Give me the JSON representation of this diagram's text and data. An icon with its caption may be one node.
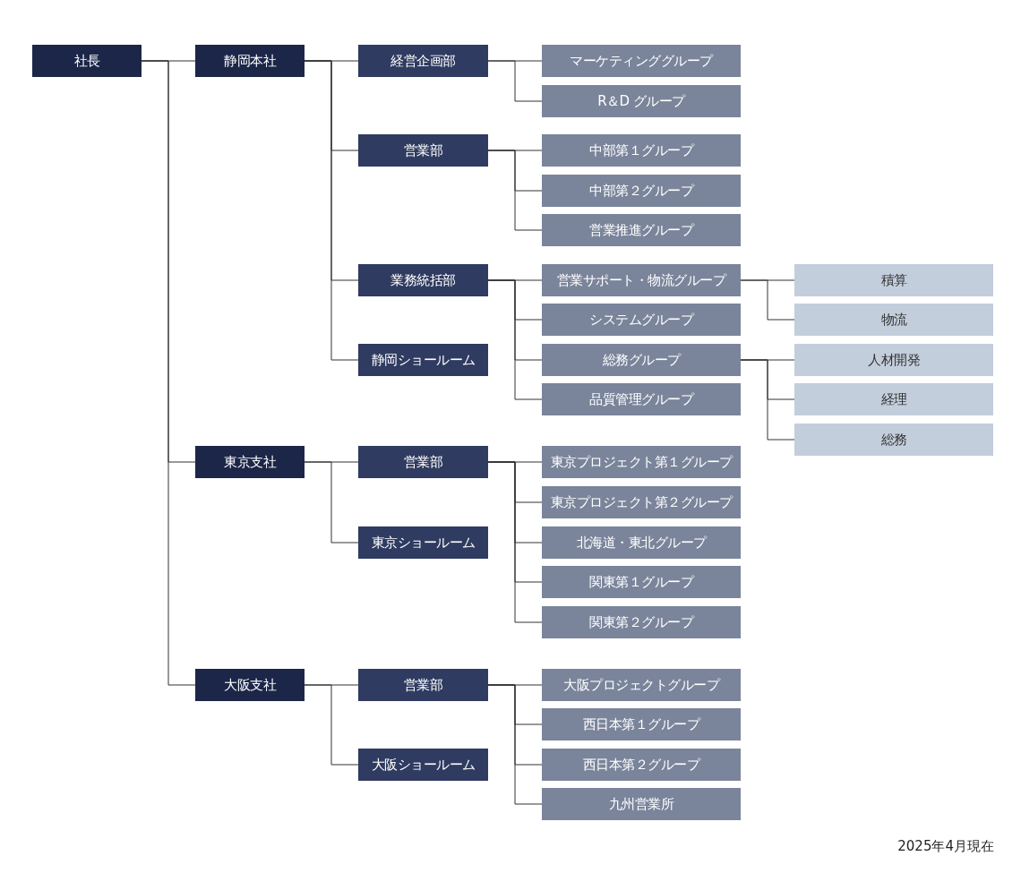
{
  "diagram": {
    "nodes": [
      {
        "text": [
          "社長"
        ]
      },
      {
        "text": [
          "静岡本社"
        ]
      },
      {
        "text": [
          "経営企画部"
        ]
      },
      {
        "text": [
          "マーケティンググループ"
        ]
      },
      {
        "text": [
          "R＆D グループ"
        ]
      },
      {
        "text": [
          "営業部"
        ]
      },
      {
        "text": [
          "中部第１グループ"
        ]
      },
      {
        "text": [
          "中部第２グループ"
        ]
      },
      {
        "text": [
          "営業推進グループ"
        ]
      },
      {
        "text": [
          "業務統括部"
        ]
      },
      {
        "text": [
          "営業サポート・物流グループ"
        ]
      },
      {
        "text": [
          "積算"
        ]
      },
      {
        "text": [
          "物流"
        ]
      },
      {
        "text": [
          "システムグループ"
        ]
      },
      {
        "text": [
          "静岡ショールーム"
        ]
      },
      {
        "text": [
          "総務グループ"
        ]
      },
      {
        "text": [
          "人材開発"
        ]
      },
      {
        "text": [
          "経理"
        ]
      },
      {
        "text": [
          "総務"
        ]
      },
      {
        "text": [
          "品質管理グループ"
        ]
      },
      {
        "text": [
          "東京支社"
        ]
      },
      {
        "text": [
          "営業部"
        ]
      },
      {
        "text": [
          "東京プロジェクト第１グループ"
        ]
      },
      {
        "text": [
          "東京ショールーム"
        ]
      },
      {
        "text": [
          "東京プロジェクト第２グループ"
        ]
      },
      {
        "text": [
          "北海道・東北グループ"
        ]
      },
      {
        "text": [
          "関東第１グループ"
        ]
      },
      {
        "text": [
          "関東第２グループ"
        ]
      },
      {
        "text": [
          "大阪支社"
        ]
      },
      {
        "text": [
          "営業部"
        ]
      },
      {
        "text": [
          "大阪プロジェクトグループ"
        ]
      },
      {
        "text": [
          "西日本第１グループ"
        ]
      },
      {
        "text": [
          "大阪ショールーム"
        ]
      },
      {
        "text": [
          "西日本第２グループ"
        ]
      },
      {
        "text": [
          "九州営業所"
        ]
      }
    ],
    "edges": [
      {
        "from": 0,
        "to": 1,
        "arrow": "none"
      },
      {
        "from": 0,
        "to": 20,
        "arrow": "none"
      },
      {
        "from": 0,
        "to": 28,
        "arrow": "none"
      },
      {
        "from": 1,
        "to": 2,
        "arrow": "none"
      },
      {
        "from": 1,
        "to": 5,
        "arrow": "none"
      },
      {
        "from": 1,
        "to": 9,
        "arrow": "none"
      },
      {
        "from": 1,
        "to": 14,
        "arrow": "none"
      },
      {
        "from": 2,
        "to": 3,
        "arrow": "none"
      },
      {
        "from": 2,
        "to": 4,
        "arrow": "none"
      },
      {
        "from": 5,
        "to": 6,
        "arrow": "none"
      },
      {
        "from": 5,
        "to": 7,
        "arrow": "none"
      },
      {
        "from": 5,
        "to": 8,
        "arrow": "none"
      },
      {
        "from": 9,
        "to": 10,
        "arrow": "none"
      },
      {
        "from": 9,
        "to": 13,
        "arrow": "none"
      },
      {
        "from": 9,
        "to": 15,
        "arrow": "none"
      },
      {
        "from": 9,
        "to": 19,
        "arrow": "none"
      },
      {
        "from": 10,
        "to": 11,
        "arrow": "none"
      },
      {
        "from": 10,
        "to": 12,
        "arrow": "none"
      },
      {
        "from": 15,
        "to": 16,
        "arrow": "none"
      },
      {
        "from": 15,
        "to": 17,
        "arrow": "none"
      },
      {
        "from": 15,
        "to": 18,
        "arrow": "none"
      },
      {
        "from": 20,
        "to": 21,
        "arrow": "none"
      },
      {
        "from": 20,
        "to": 23,
        "arrow": "none"
      },
      {
        "from": 21,
        "to": 22,
        "arrow": "none"
      },
      {
        "from": 21,
        "to": 24,
        "arrow": "none"
      },
      {
        "from": 21,
        "to": 25,
        "arrow": "none"
      },
      {
        "from": 21,
        "to": 26,
        "arrow": "none"
      },
      {
        "from": 21,
        "to": 27,
        "arrow": "none"
      },
      {
        "from": 28,
        "to": 29,
        "arrow": "none"
      },
      {
        "from": 28,
        "to": 32,
        "arrow": "none"
      },
      {
        "from": 29,
        "to": 30,
        "arrow": "none"
      },
      {
        "from": 29,
        "to": 31,
        "arrow": "none"
      },
      {
        "from": 29,
        "to": 33,
        "arrow": "none"
      },
      {
        "from": 29,
        "to": 34,
        "arrow": "none"
      }
    ],
    "labels": [
      "2025年4月現在"
    ]
  }
}
